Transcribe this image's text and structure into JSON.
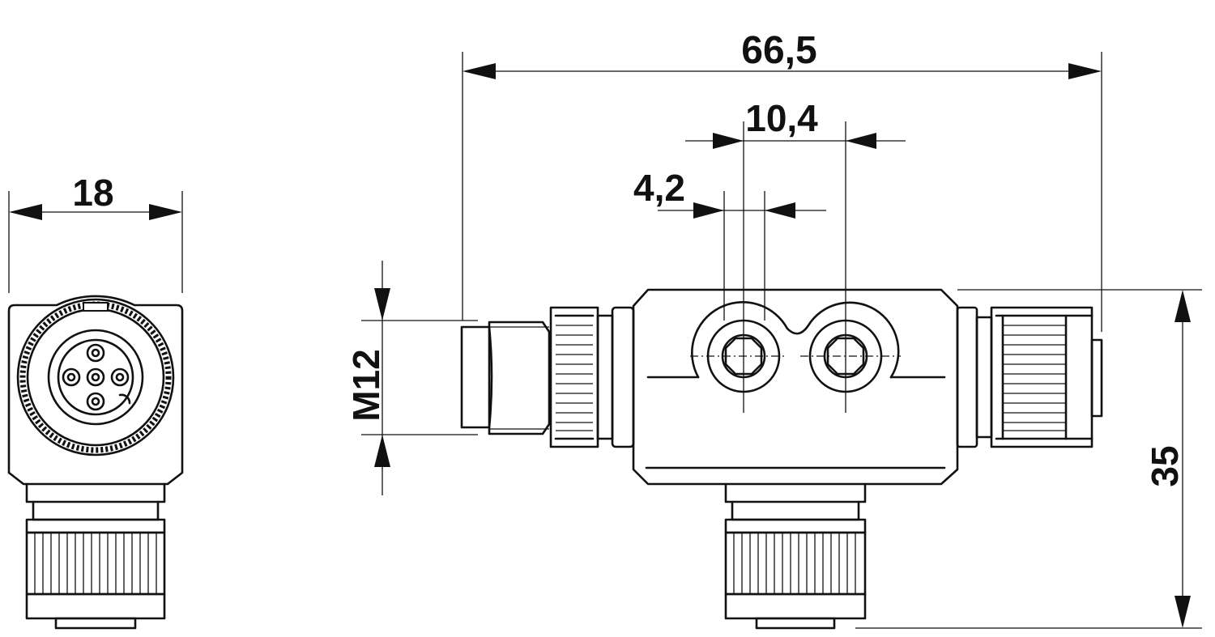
{
  "drawing": {
    "type": "technical dimension drawing",
    "colors": {
      "line": "#111111",
      "background": "#ffffff"
    },
    "dimensions": {
      "width_side_view": "18",
      "overall_length": "66,5",
      "pitch": "10,4",
      "hole_diameter": "4,2",
      "thread": "M12",
      "height": "35"
    }
  }
}
